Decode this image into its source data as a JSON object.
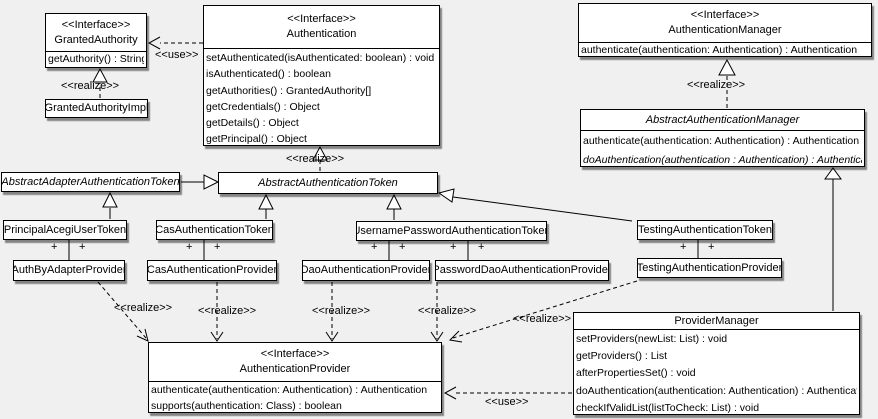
{
  "diagram": {
    "plus": "+",
    "classes": [
      {
        "id": "granted-authority",
        "stereotype": "<<Interface>>",
        "name": "GrantedAuthority",
        "methods": [
          "getAuthority() : String"
        ]
      },
      {
        "id": "granted-authority-impl",
        "name": "GrantedAuthorityImpl",
        "methods": []
      },
      {
        "id": "authentication",
        "stereotype": "<<Interface>>",
        "name": "Authentication",
        "methods": [
          "setAuthenticated(isAuthenticated: boolean) : void",
          "isAuthenticated() : boolean",
          "getAuthorities() : GrantedAuthority[]",
          "getCredentials() : Object",
          "getDetails() : Object",
          "getPrincipal() : Object"
        ]
      },
      {
        "id": "authentication-manager",
        "stereotype": "<<Interface>>",
        "name": "AuthenticationManager",
        "methods": [
          "authenticate(authentication: Authentication) : Authentication"
        ]
      },
      {
        "id": "abstract-authentication-manager",
        "name": "AbstractAuthenticationManager",
        "abstract": true,
        "methods": [
          "authenticate(authentication: Authentication) : Authentication",
          "doAuthentication(authentication : Authentication) : Authentication"
        ],
        "italic_methods": [
          1
        ]
      },
      {
        "id": "abstract-adapter-authentication-token",
        "name": "AbstractAdapterAuthenticationToken",
        "abstract": true,
        "methods": []
      },
      {
        "id": "abstract-authentication-token",
        "name": "AbstractAuthenticationToken",
        "abstract": true,
        "methods": []
      },
      {
        "id": "principal-acegi-user-token",
        "name": "PrincipalAcegiUserToken",
        "methods": []
      },
      {
        "id": "cas-authentication-token",
        "name": "CasAuthenticationToken",
        "methods": []
      },
      {
        "id": "username-password-authentication-token",
        "name": "UsernamePasswordAuthenticationToken",
        "methods": []
      },
      {
        "id": "testing-authentication-token",
        "name": "TestingAuthenticationToken",
        "methods": []
      },
      {
        "id": "auth-by-adapter-provider",
        "name": "AuthByAdapterProvider",
        "methods": []
      },
      {
        "id": "cas-authentication-provider",
        "name": "CasAuthenticationProvider",
        "methods": []
      },
      {
        "id": "dao-authentication-provider",
        "name": "DaoAuthenticationProvider",
        "methods": []
      },
      {
        "id": "password-dao-authentication-provider",
        "name": "PasswordDaoAuthenticationProvider",
        "methods": []
      },
      {
        "id": "testing-authentication-provider",
        "name": "TestingAuthenticationProvider",
        "methods": []
      },
      {
        "id": "authentication-provider",
        "stereotype": "<<Interface>>",
        "name": "AuthenticationProvider",
        "methods": [
          "authenticate(authentication: Authentication) : Authentication",
          "supports(authentication: Class) : boolean"
        ]
      },
      {
        "id": "provider-manager",
        "name": "ProviderManager",
        "methods": [
          "setProviders(newList: List) : void",
          "getProviders() : List",
          "afterPropertiesSet() : void",
          "doAuthentication(authentication: Authentication) : Authentication",
          "checkIfValidList(listToCheck: List) : void"
        ]
      }
    ],
    "labels": [
      {
        "id": "use-authentication-grantedauthority",
        "text": "<<use>>"
      },
      {
        "id": "realize-grantedauthorityimpl",
        "text": "<<realize>>"
      },
      {
        "id": "realize-abstractauthenticationtoken",
        "text": "<<realize>>"
      },
      {
        "id": "realize-abstractauthenticationmanager",
        "text": "<<realize>>"
      },
      {
        "id": "realize-authbyadapterprovider",
        "text": "<<realize>>"
      },
      {
        "id": "realize-casauthenticationprovider",
        "text": "<<realize>>"
      },
      {
        "id": "realize-daoauthenticationprovider",
        "text": "<<realize>>"
      },
      {
        "id": "realize-passworddaoauthenticationprovider",
        "text": "<<realize>>"
      },
      {
        "id": "realize-testingauthenticationprovider",
        "text": "<<realize>>"
      },
      {
        "id": "use-providermanager-authenticationprovider",
        "text": "<<use>>"
      }
    ]
  }
}
